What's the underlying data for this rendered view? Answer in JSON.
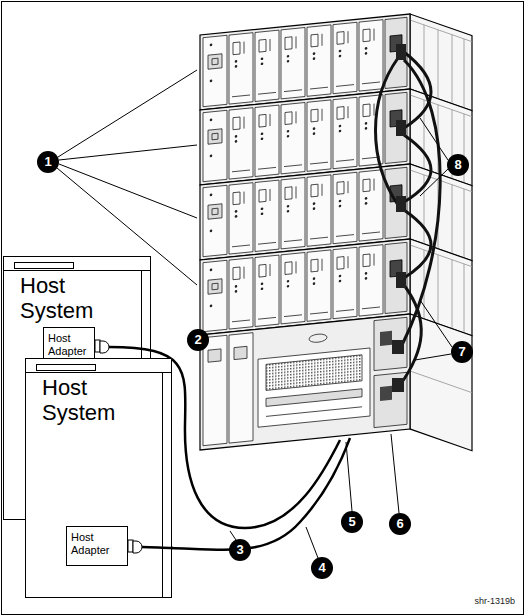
{
  "diagram": {
    "nodes": [
      {
        "text": [
          "Host System"
        ]
      },
      {
        "text": [
          "Host Adapter"
        ],
        "in": 0
      },
      {
        "text": [
          "Host System"
        ]
      },
      {
        "text": [
          "Host Adapter"
        ],
        "in": 2
      }
    ],
    "labels": [
      "1",
      "2",
      "3",
      "4",
      "5",
      "6",
      "7",
      "8",
      "shr-1319b"
    ]
  }
}
